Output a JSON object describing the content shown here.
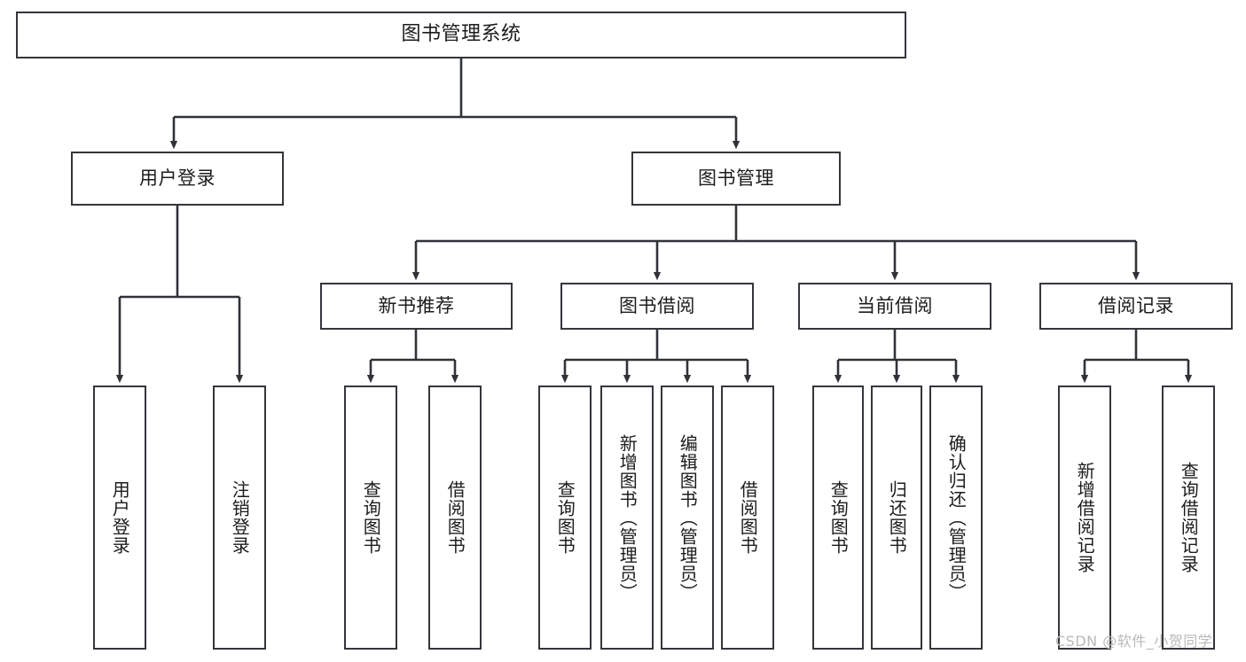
{
  "diagram": {
    "type": "tree-hierarchy-chart",
    "title": "图书管理系统",
    "watermark": "CSDN @软件_小贺同学",
    "colors": {
      "box_border": "#33363b",
      "box_fill": "#ffffff",
      "connector": "#2f3237",
      "text": "#1c1c1c",
      "watermark": "#b9b9b9",
      "background": "#ffffff"
    },
    "root": {
      "label": "图书管理系统"
    },
    "level1": [
      {
        "label": "用户登录"
      },
      {
        "label": "图书管理"
      }
    ],
    "level2": [
      {
        "label": "新书推荐"
      },
      {
        "label": "图书借阅"
      },
      {
        "label": "当前借阅"
      },
      {
        "label": "借阅记录"
      }
    ],
    "leaves": {
      "user_login": [
        {
          "label": "用户登录"
        },
        {
          "label": "注销登录"
        }
      ],
      "new_book_recommend": [
        {
          "label": "查询图书"
        },
        {
          "label": "借阅图书"
        }
      ],
      "book_borrow": [
        {
          "label": "查询图书"
        },
        {
          "label": "新增图书（管理员）"
        },
        {
          "label": "编辑图书（管理员）"
        },
        {
          "label": "借阅图书"
        }
      ],
      "current_borrow": [
        {
          "label": "查询图书"
        },
        {
          "label": "归还图书"
        },
        {
          "label": "确认归还（管理员）"
        }
      ],
      "borrow_record": [
        {
          "label": "新增借阅记录"
        },
        {
          "label": "查询借阅记录"
        }
      ]
    }
  }
}
